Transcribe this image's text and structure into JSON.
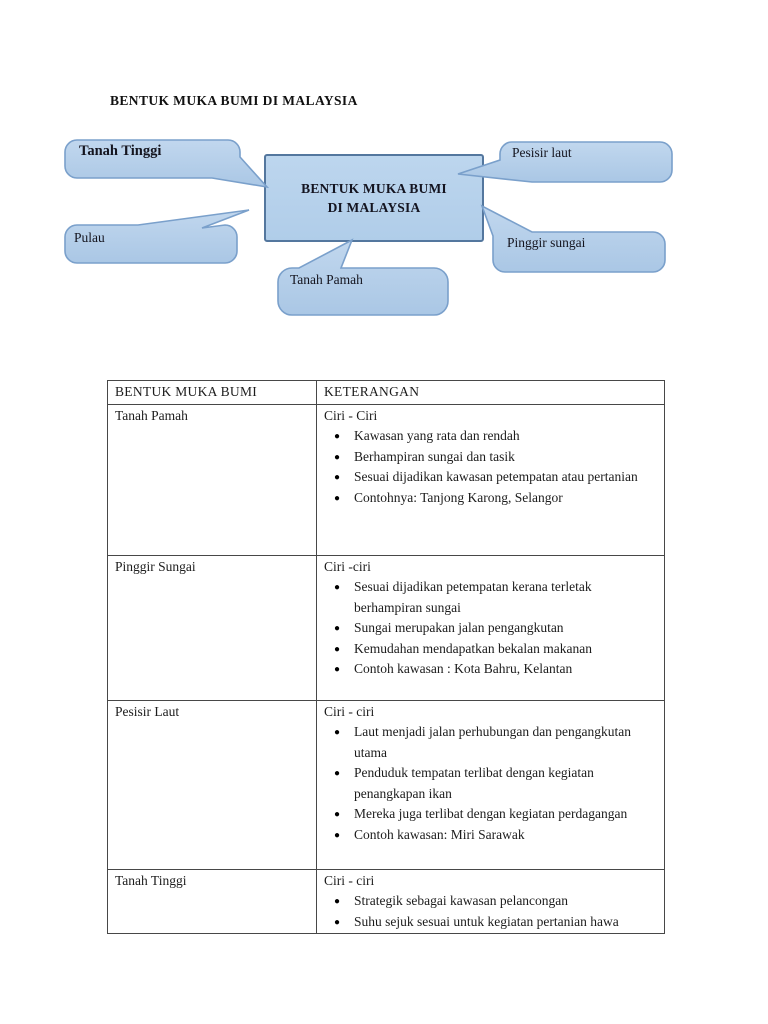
{
  "page_title": "BENTUK MUKA BUMI DI MALAYSIA",
  "diagram": {
    "center_box": {
      "line1": "BENTUK MUKA BUMI",
      "line2": "DI MALAYSIA"
    },
    "callouts": [
      {
        "label": "Tanah Tinggi"
      },
      {
        "label": "Pulau"
      },
      {
        "label": "Tanah Pamah"
      },
      {
        "label": "Pesisir laut"
      },
      {
        "label": "Pinggir sungai"
      }
    ],
    "colors": {
      "bubble_fill_top": "#c1d7ee",
      "bubble_fill_bottom": "#aac7e5",
      "bubble_border": "#7aa0cb",
      "box_border": "#54779e",
      "table_border": "#474747",
      "text": "#15151f"
    }
  },
  "table": {
    "headers": [
      "BENTUK MUKA BUMI",
      "KETERANGAN"
    ],
    "rows": [
      {
        "landform": "Tanah Pamah",
        "ciri_label": "Ciri - Ciri",
        "bullets": [
          "Kawasan yang rata dan rendah",
          "Berhampiran sungai dan tasik",
          "Sesuai dijadikan kawasan petempatan atau pertanian",
          "Contohnya: Tanjong Karong, Selangor"
        ]
      },
      {
        "landform": "Pinggir Sungai",
        "ciri_label": "Ciri -ciri",
        "bullets": [
          "Sesuai dijadikan petempatan kerana terletak berhampiran sungai",
          "Sungai merupakan jalan pengangkutan",
          "Kemudahan mendapatkan bekalan makanan",
          "Contoh kawasan : Kota Bahru, Kelantan"
        ]
      },
      {
        "landform": "Pesisir Laut",
        "ciri_label": "Ciri - ciri",
        "bullets": [
          "Laut menjadi jalan perhubungan dan pengangkutan utama",
          "Penduduk tempatan terlibat dengan kegiatan penangkapan ikan",
          "Mereka juga terlibat dengan kegiatan perdagangan",
          "Contoh kawasan: Miri Sarawak"
        ]
      },
      {
        "landform": "Tanah Tinggi",
        "ciri_label": "Ciri - ciri",
        "bullets": [
          "Strategik sebagai kawasan pelancongan",
          "Suhu sejuk sesuai untuk kegiatan pertanian hawa"
        ]
      }
    ]
  }
}
